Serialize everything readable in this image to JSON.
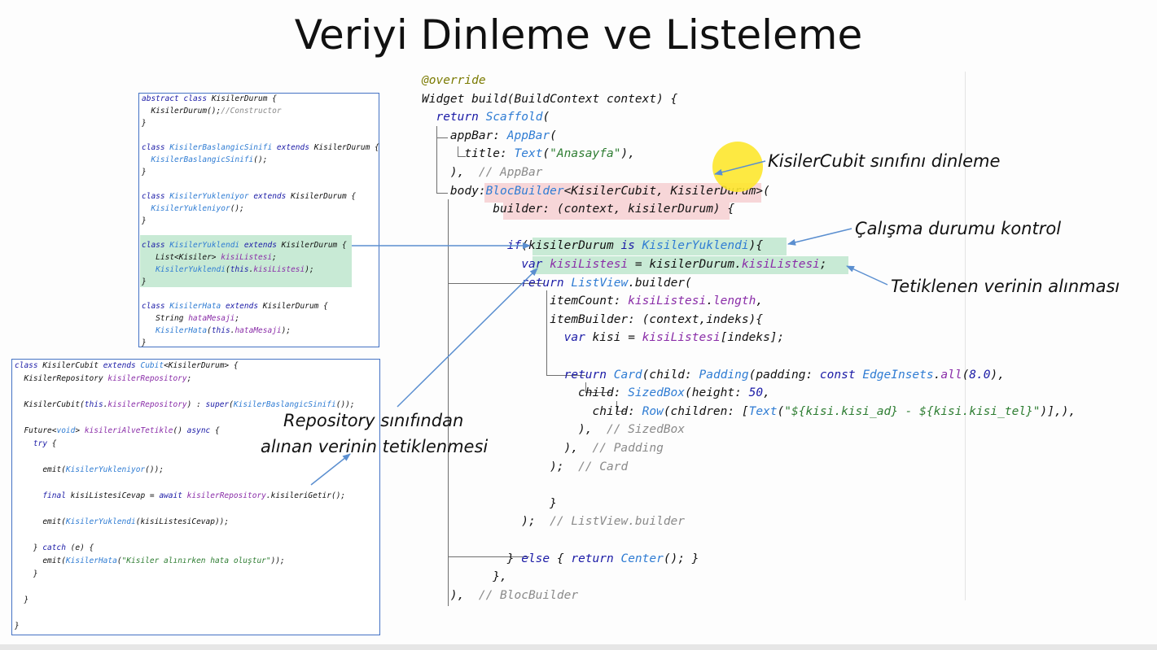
{
  "title": "Veriyi Dinleme ve Listeleme",
  "colors": {
    "keyword": "#1a1aa6",
    "type": "#2f7cd3",
    "string": "#2e7d32",
    "comment": "#8a8a8a",
    "field": "#8a2da8",
    "border": "#4472c4",
    "arrow": "#5b8fd0",
    "highlight_green": "#c8ead5",
    "highlight_pink": "#f7d6d8"
  },
  "durum_code": [
    "abstract class KisilerDurum {",
    "  KisilerDurum();//Constructor",
    "}",
    "",
    "class KisilerBaslangicSinifi extends KisilerDurum {",
    "  KisilerBaslangicSinifi();",
    "}",
    "",
    "class KisilerYukleniyor extends KisilerDurum {",
    "  KisilerYukleniyor();",
    "}",
    "",
    "class KisilerYuklendi extends KisilerDurum {",
    "   List<Kisiler> kisiListesi;",
    "   KisilerYuklendi(this.kisiListesi);",
    "}",
    "",
    "class KisilerHata extends KisilerDurum {",
    "   String hataMesaji;",
    "   KisilerHata(this.hataMesaji);",
    "}"
  ],
  "cubit_code": [
    "class KisilerCubit extends Cubit<KisilerDurum> {",
    "  KisilerRepository kisilerRepository;",
    "",
    "  KisilerCubit(this.kisilerRepository) : super(KisilerBaslangicSinifi());",
    "",
    "  Future<void> kisileriAlveTetikle() async {",
    "    try {",
    "",
    "      emit(KisilerYukleniyor());",
    "",
    "      final kisiListesiCevap = await kisilerRepository.kisileriGetir();",
    "",
    "      emit(KisilerYuklendi(kisiListesiCevap));",
    "",
    "    } catch (e) {",
    "      emit(KisilerHata(\"Kisiler alınırken hata oluştur\"));",
    "    }",
    "",
    "  }",
    "",
    "}"
  ],
  "build_code": [
    "@override",
    "Widget build(BuildContext context) {",
    "  return Scaffold(",
    "    appBar: AppBar(",
    "      title: Text(\"Anasayfa\"),",
    "    ),  // AppBar",
    "    body:BlocBuilder<KisilerCubit, KisilerDurum>(",
    "          builder: (context, kisilerDurum) {",
    "",
    "            if(kisilerDurum is KisilerYuklendi){",
    "              var kisiListesi = kisilerDurum.kisiListesi;",
    "              return ListView.builder(",
    "                  itemCount: kisiListesi.length,",
    "                  itemBuilder: (context,indeks){",
    "                    var kisi = kisiListesi[indeks];",
    "",
    "                    return Card(child: Padding(padding: const EdgeInsets.all(8.0),",
    "                      child: SizedBox(height: 50,",
    "                        child: Row(children: [Text(\"${kisi.kisi_ad} - ${kisi.kisi_tel}\")],),",
    "                      ),  // SizedBox",
    "                    ),  // Padding",
    "                  );  // Card",
    "",
    "                  }",
    "              );  // ListView.builder",
    "",
    "            } else { return Center(); }",
    "          },",
    "    ),  // BlocBuilder"
  ],
  "annotations": {
    "dinleme": "KisilerCubit sınıfını dinleme",
    "kontrol": "Çalışma durumu kontrol",
    "alinmasi": "Tetiklenen verinin alınması",
    "repo_line1": "Repository sınıfından",
    "repo_line2": "alınan verinin tetiklenmesi"
  }
}
